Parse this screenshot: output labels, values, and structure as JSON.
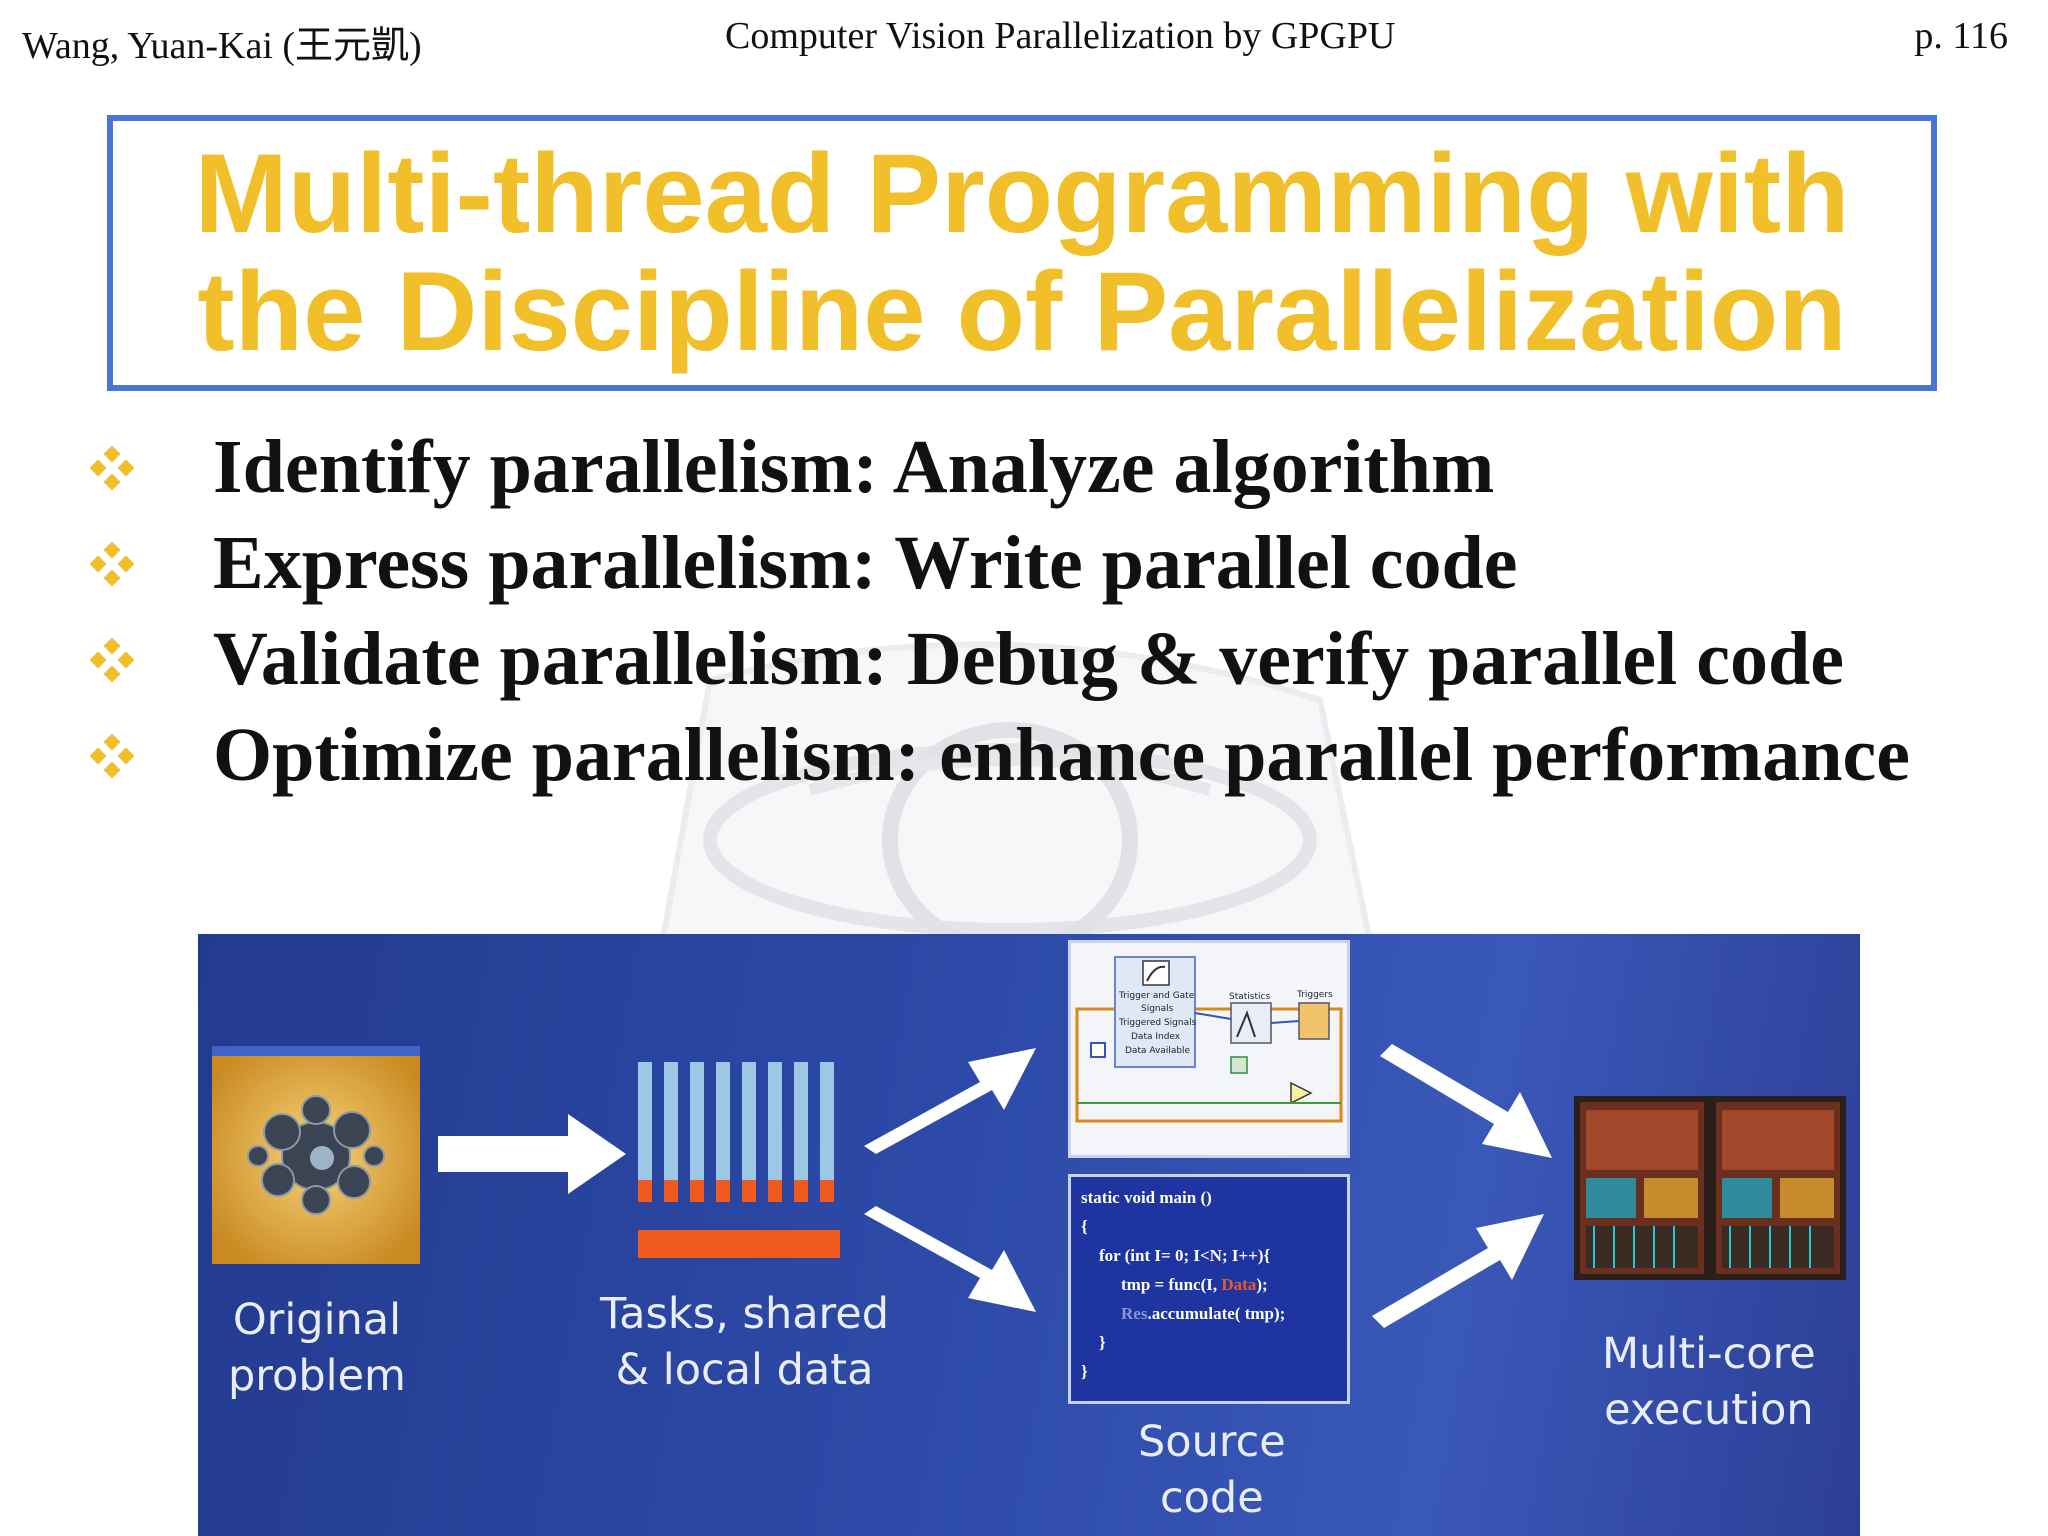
{
  "header": {
    "author": "Wang, Yuan-Kai (王元凱)",
    "course": "Computer Vision Parallelization by GPGPU",
    "page": "p. 116"
  },
  "title": {
    "line1": "Multi-thread Programming with",
    "line2": "the Discipline of Parallelization"
  },
  "bullets": [
    "Identify parallelism: Analyze algorithm",
    "Express parallelism: Write parallel code",
    "Validate parallelism: Debug & verify parallel code",
    "Optimize parallelism: enhance parallel performance"
  ],
  "diagram": {
    "original_problem": "Original\nproblem",
    "tasks": "Tasks, shared\n& local data",
    "source_code": "Source\ncode",
    "multicore": "Multi-core\nexecution",
    "code_lines": {
      "l1": "static void main ()",
      "l2": "{",
      "l3": "for (int I= 0; I<N; I++){",
      "l4a": "tmp = func(I, ",
      "l4b": "Data",
      "l4c": ");",
      "l5a": "Res",
      "l5b": ".accumulate( tmp);",
      "l6": "}",
      "l7": "}"
    },
    "labview_labels": {
      "trigger_gate": "Trigger and Gate",
      "signals": "Signals",
      "triggered_signals": "Triggered Signals",
      "data_index": "Data Index",
      "data_available": "Data Available",
      "statistics": "Statistics",
      "triggers": "Triggers"
    }
  },
  "colors": {
    "title": "#f0bf2a",
    "title_border": "#4a73d6",
    "bullet": "#f0bf2a",
    "diagram_bg": "#2d4aa8",
    "task_bar": "#9cc8e6",
    "task_accent": "#f05a1e"
  }
}
